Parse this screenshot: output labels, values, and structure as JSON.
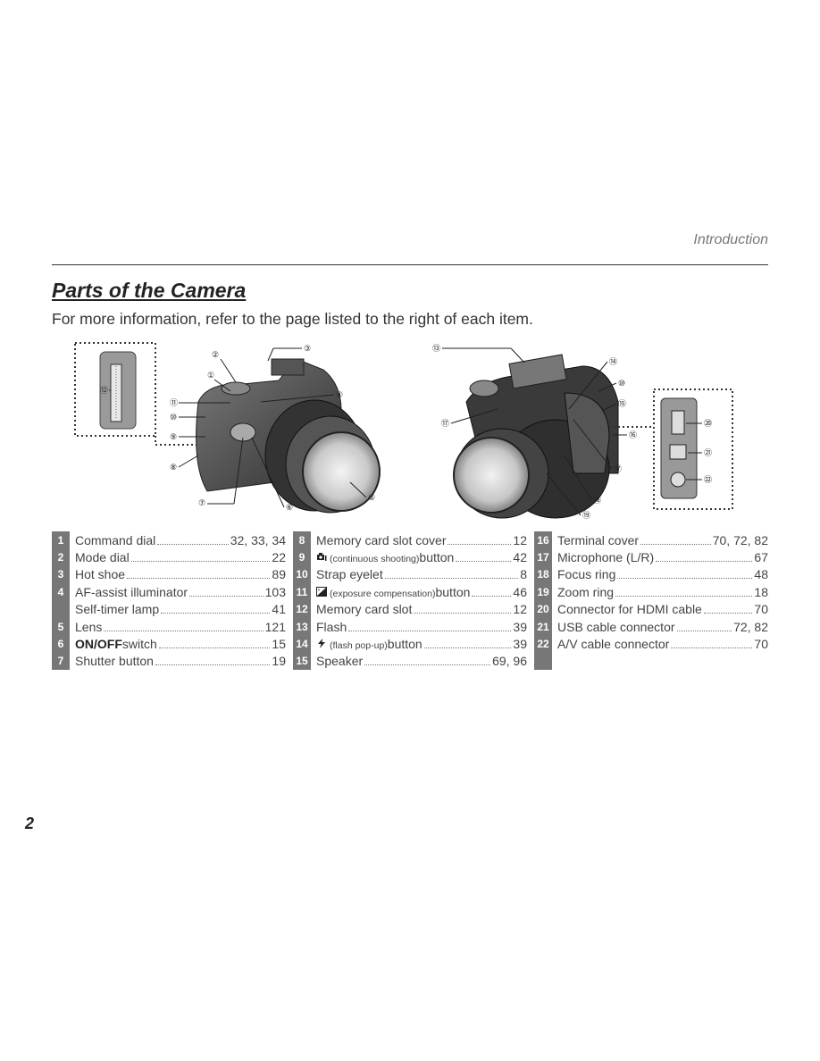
{
  "header": {
    "section": "Introduction",
    "title": "Parts of the Camera",
    "intro": "For more information, refer to the page listed to the right of each item."
  },
  "page_number": "2",
  "callouts_front": [
    "①",
    "②",
    "③",
    "④",
    "⑤",
    "⑥",
    "⑦",
    "⑧",
    "⑨",
    "⑩",
    "⑪",
    "⑫"
  ],
  "callouts_back": [
    "⑬",
    "⑭",
    "⑩",
    "⑮",
    "⑯",
    "⑰",
    "⑰",
    "⑱",
    "⑲",
    "⑳",
    "㉑",
    "㉒"
  ],
  "columns": [
    [
      {
        "num": "1",
        "label": "Command dial",
        "page": "32, 33, 34"
      },
      {
        "num": "2",
        "label": "Mode dial",
        "page": "22"
      },
      {
        "num": "3",
        "label": "Hot shoe",
        "page": "89"
      },
      {
        "num": "4",
        "label": "AF-assist illuminator",
        "page": "103"
      },
      {
        "num": "",
        "label": "Self-timer lamp",
        "page": "41"
      },
      {
        "num": "5",
        "label": "Lens",
        "page": "121"
      },
      {
        "num": "6",
        "label": "ON/OFF",
        "label2": " switch",
        "page": "15"
      },
      {
        "num": "7",
        "label": "Shutter button",
        "page": "19"
      }
    ],
    [
      {
        "num": "8",
        "label": "Memory card slot cover",
        "page": "12"
      },
      {
        "num": "9",
        "label": "(continuous shooting)",
        "label2": " button",
        "page": "42"
      },
      {
        "num": "10",
        "label": "Strap eyelet",
        "page": "8"
      },
      {
        "num": "11",
        "label": "(exposure compensation)",
        "label2": " button",
        "page": "46"
      },
      {
        "num": "12",
        "label": "Memory card slot",
        "page": "12"
      },
      {
        "num": "13",
        "label": "Flash",
        "page": "39"
      },
      {
        "num": "14",
        "label": "(flash pop-up)",
        "label2": " button",
        "page": "39"
      },
      {
        "num": "15",
        "label": "Speaker",
        "page": "69, 96"
      }
    ],
    [
      {
        "num": "16",
        "label": "Terminal cover",
        "page": "70, 72, 82"
      },
      {
        "num": "17",
        "label": "Microphone (L/R)",
        "page": "67"
      },
      {
        "num": "18",
        "label": "Focus ring",
        "page": "48"
      },
      {
        "num": "19",
        "label": "Zoom ring",
        "page": "18"
      },
      {
        "num": "20",
        "label": "Connector for HDMI cable",
        "page": "70"
      },
      {
        "num": "21",
        "label": "USB cable connector",
        "page": "72, 82"
      },
      {
        "num": "22",
        "label": "A/V cable connector",
        "page": "70"
      }
    ]
  ]
}
